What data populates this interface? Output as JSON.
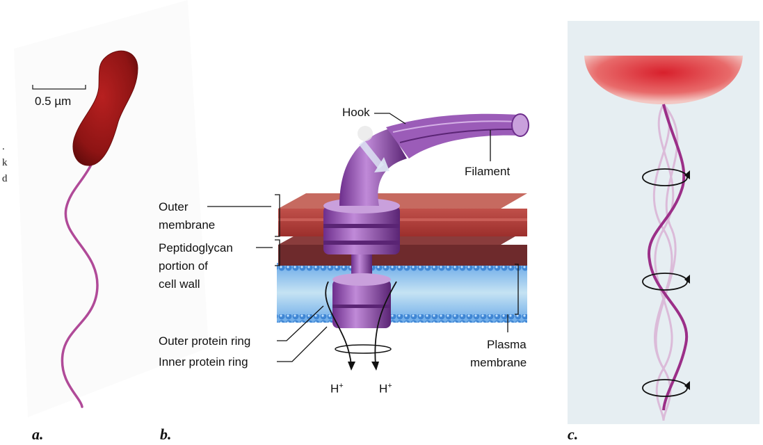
{
  "panels": {
    "a": "a.",
    "b": "b.",
    "c": "c."
  },
  "scale_bar": "0.5 µm",
  "margin_fragments": [
    ".",
    "k",
    "d"
  ],
  "labels": {
    "hook": "Hook",
    "filament": "Filament",
    "outer_membrane_1": "Outer",
    "outer_membrane_2": "membrane",
    "peptidoglycan_1": "Peptidoglycan",
    "peptidoglycan_2": "portion of",
    "peptidoglycan_3": "cell wall",
    "outer_protein_ring": "Outer protein ring",
    "inner_protein_ring": "Inner protein ring",
    "plasma_membrane_1": "Plasma",
    "plasma_membrane_2": "membrane",
    "proton_left": "H",
    "proton_right": "H",
    "proton_charge": "+"
  },
  "colors": {
    "cell_body": "#8e1414",
    "flagellum": "#b04a98",
    "motor": "#9b59b6",
    "outer_membrane": "#b8453f",
    "peptidoglycan": "#6e2a2c",
    "lipid_heads": "#4a8fd6",
    "panel_c_bg": "#e6eef2"
  }
}
